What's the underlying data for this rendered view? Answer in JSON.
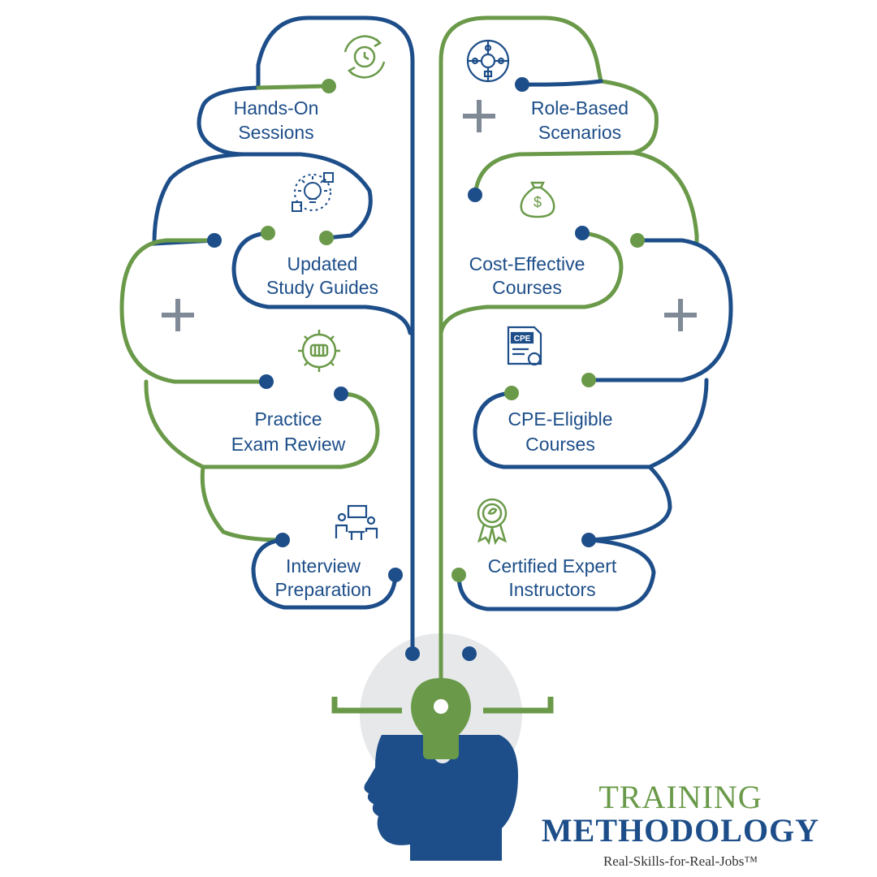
{
  "colors": {
    "blue": "#1d4e89",
    "green": "#6a9a49",
    "gray": "#7f8a96",
    "halo": "#e6e8ea"
  },
  "left_items": [
    {
      "line1": "Hands-On",
      "line2": "Sessions",
      "icon": "clock-refresh-icon"
    },
    {
      "line1": "Updated",
      "line2": "Study Guides",
      "icon": "lightbulb-idea-icon"
    },
    {
      "line1": "Practice",
      "line2": "Exam Review",
      "icon": "gear-fist-icon"
    },
    {
      "line1": "Interview",
      "line2": "Preparation",
      "icon": "meeting-presentation-icon"
    }
  ],
  "right_items": [
    {
      "line1": "Role-Based",
      "line2": "Scenarios",
      "icon": "team-roles-icon"
    },
    {
      "line1": "Cost-Effective",
      "line2": "Courses",
      "icon": "money-bag-icon"
    },
    {
      "line1": "CPE-Eligible",
      "line2": "Courses",
      "icon": "cpe-certificate-icon"
    },
    {
      "line1": "Certified Expert",
      "line2": "Instructors",
      "icon": "award-ribbon-icon"
    }
  ],
  "brand": {
    "line1": "TRAINING",
    "line2": "METHODOLOGY",
    "tagline": "Real-Skills-for-Real-Jobs™"
  }
}
